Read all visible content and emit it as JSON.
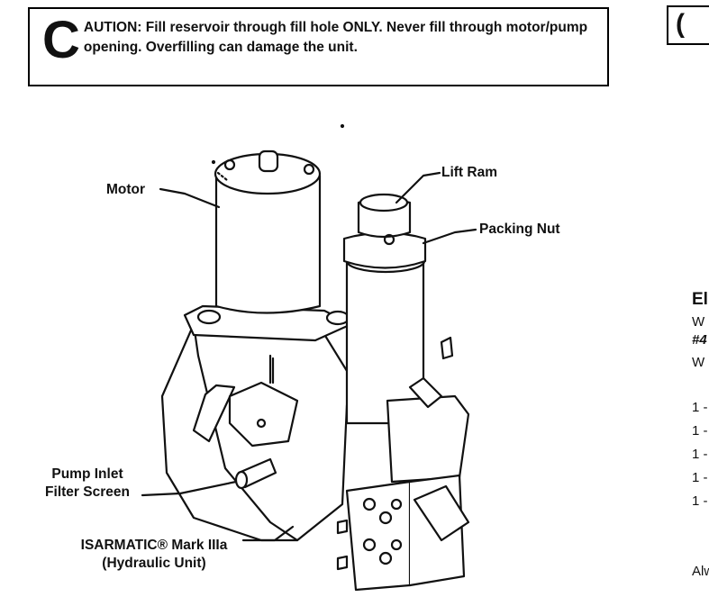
{
  "caution": {
    "drop_letter": "C",
    "text": "AUTION: Fill reservoir through fill hole ONLY. Never fill through motor/pump opening. Overfilling can damage the unit."
  },
  "right_box": {
    "glyph": "("
  },
  "labels": {
    "motor": "Motor",
    "lift_ram": "Lift Ram",
    "packing_nut": "Packing Nut",
    "pump_inlet_line1": "Pump Inlet",
    "pump_inlet_line2": "Filter Screen",
    "unit_line1": "ISARMATIC® Mark IIIa",
    "unit_line2": "(Hydraulic Unit)"
  },
  "right_column_fragments": {
    "heading": "El",
    "line1": "W",
    "line2": "#4",
    "line3": "W",
    "list": [
      "1 -",
      "1 -",
      "1 -",
      "1 -",
      "1 -"
    ],
    "bottom": "Alw"
  }
}
